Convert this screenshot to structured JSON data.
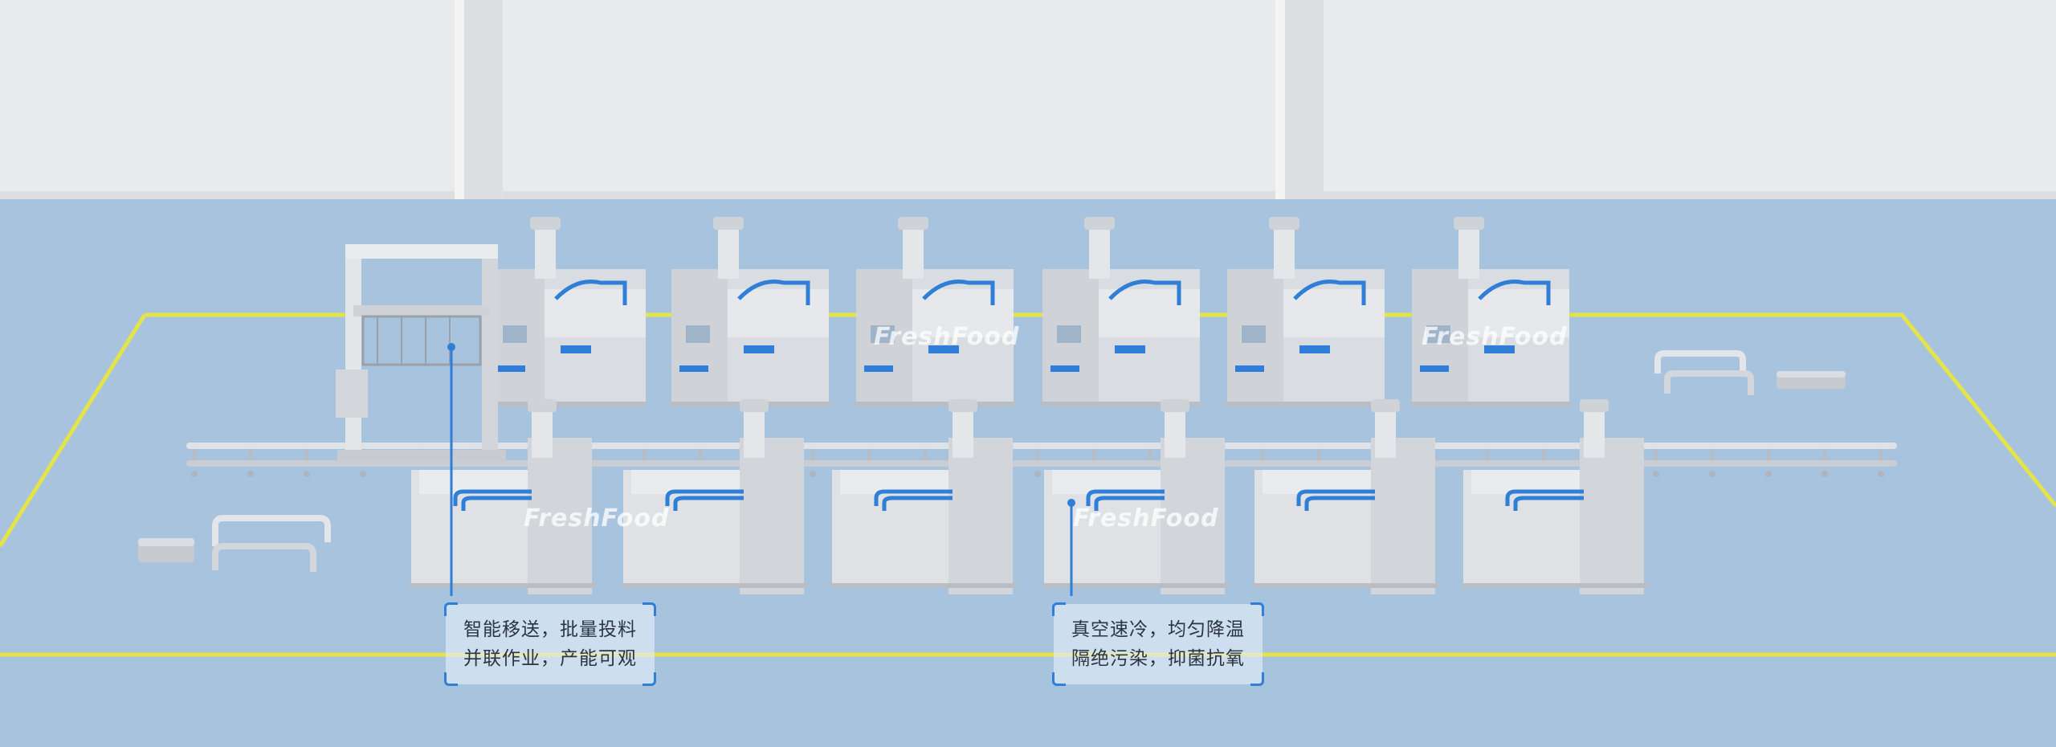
{
  "watermark": {
    "brand": "FreshFood"
  },
  "callouts": [
    {
      "line1": "智能移送，批量投料",
      "line2": "并联作业，产能可观"
    },
    {
      "line1": "真空速冷，均匀降温",
      "line2": "隔绝污染，抑菌抗氧"
    }
  ],
  "colors": {
    "wall": "#e9eaec",
    "floor": "#a7c3de",
    "safety_line": "#e4e34a",
    "accent": "#2f7fd8",
    "machine": "#d7dadf"
  }
}
